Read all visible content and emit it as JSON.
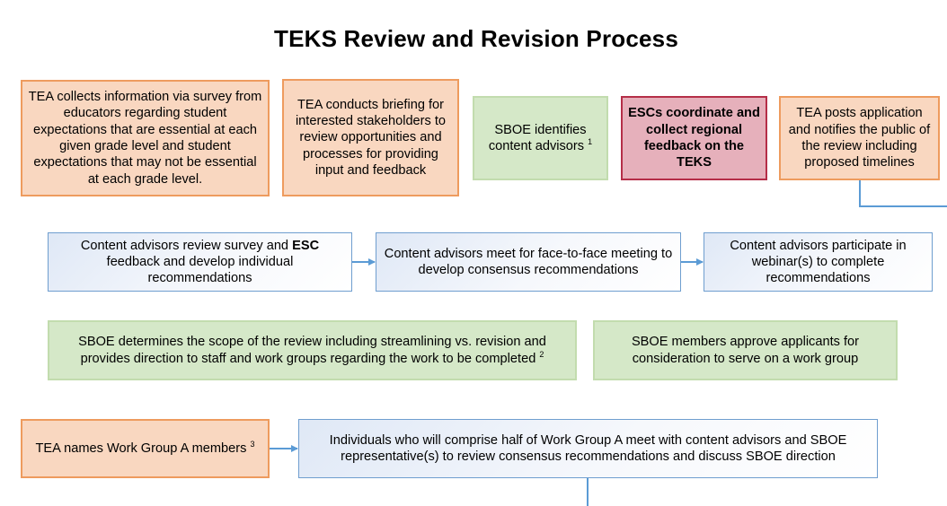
{
  "title": "TEKS Review and Revision Process",
  "colors": {
    "tea_fill": "#f9d7c0",
    "tea_border": "#ee9b5e",
    "sboe_fill": "#d5e8c8",
    "sboe_border": "#c2dcae",
    "esc_fill": "#e6b0bb",
    "esc_border": "#b52e48",
    "advisor_fill": "#e8eef8",
    "advisor_border": "#6f9ecf",
    "connector": "#5b9bd5"
  },
  "row1": {
    "tea_survey": "TEA collects information via survey from educators regarding student expectations that are essential at each given grade level and student expectations that may not be essential at each grade level.",
    "tea_briefing": "TEA conducts briefing for interested stakeholders to review opportunities and processes for providing input and feedback",
    "sboe_identifies": {
      "text": "SBOE identifies content advisors",
      "footnote": "1"
    },
    "esc_coordinate": "ESCs coordinate and collect regional feedback on the TEKS",
    "tea_posts": "TEA posts application and notifies the public of the review including proposed timelines"
  },
  "row2": {
    "advisors_review": {
      "before": "Content advisors review survey and ",
      "bold": "ESC",
      "after": " feedback and develop individual recommendations"
    },
    "advisors_meet": "Content advisors meet for face-to-face meeting to develop consensus recommendations",
    "advisors_webinar": "Content advisors participate in webinar(s) to complete recommendations"
  },
  "row3": {
    "sboe_scope": {
      "text": "SBOE determines the scope of the review including streamlining vs. revision and provides direction to staff and work groups regarding the work to be completed",
      "footnote": "2"
    },
    "sboe_approve": "SBOE members approve applicants for consideration to serve on a work group"
  },
  "row4": {
    "tea_names": {
      "text": "TEA names Work Group A members",
      "footnote": "3"
    },
    "individuals_meet": "Individuals who will comprise half of Work Group A meet with content advisors and SBOE representative(s) to review consensus recommendations and discuss SBOE direction"
  }
}
